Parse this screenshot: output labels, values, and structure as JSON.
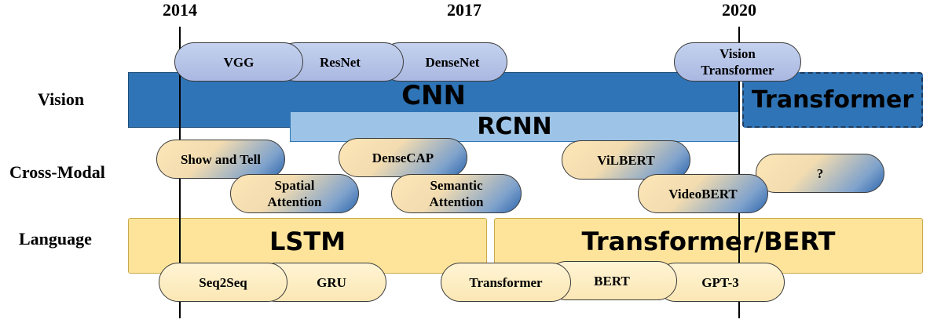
{
  "timeline": {
    "years": [
      "2014",
      "2017",
      "2020"
    ]
  },
  "rows": {
    "vision": "Vision",
    "cross_modal": "Cross-Modal",
    "language": "Language"
  },
  "bands": {
    "cnn": "CNN",
    "rcnn": "RCNN",
    "transformer_vision": "Transformer",
    "lstm": "LSTM",
    "transformer_bert": "Transformer/BERT"
  },
  "vision_models": {
    "vgg": "VGG",
    "resnet": "ResNet",
    "densenet": "DenseNet",
    "vit": "Vision Transformer"
  },
  "cross_modal_models": {
    "show_and_tell": "Show and Tell",
    "densecap": "DenseCAP",
    "vilbert": "ViLBERT",
    "unknown": "?",
    "spatial_attention": "Spatial Attention",
    "semantic_attention": "Semantic Attention",
    "videobert": "VideoBERT"
  },
  "language_models": {
    "seq2seq": "Seq2Seq",
    "gru": "GRU",
    "transformer": "Transformer",
    "bert": "BERT",
    "gpt3": "GPT-3"
  },
  "colors": {
    "cnn_band": "#2f74b6",
    "rcnn_band": "#9dc3e6",
    "transformer_band": "#2f74b6",
    "language_band": "#fde49a",
    "vision_pill": "#b4c6e7",
    "language_pill": "#fff2cc",
    "cross_modal_gradient_end": "#2e67ad"
  }
}
